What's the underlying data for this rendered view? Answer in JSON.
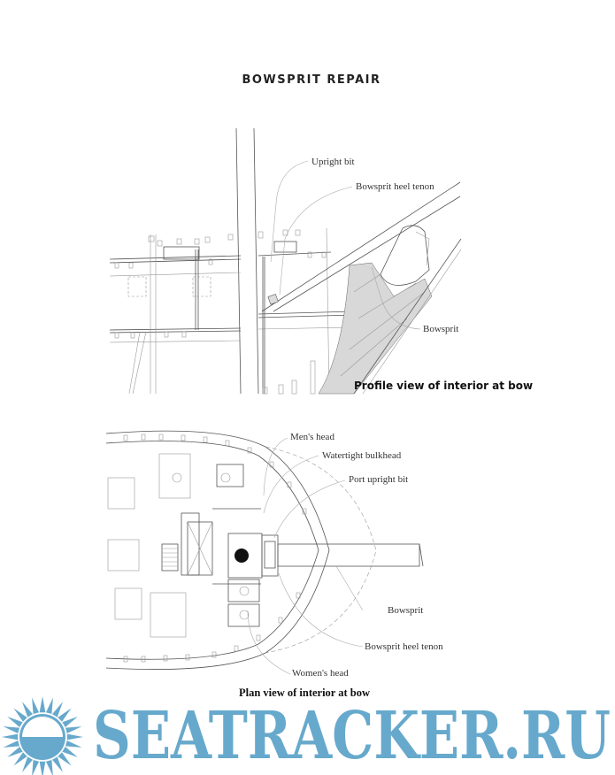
{
  "title": "BOWSPRIT REPAIR",
  "profile": {
    "caption": "Profile view of interior at bow",
    "labels": {
      "upright_bit": "Upright bit",
      "heel_tenon": "Bowsprit heel tenon",
      "bowsprit": "Bowsprit"
    }
  },
  "plan": {
    "caption": "Plan view of interior at bow",
    "labels": {
      "mens_head": "Men's head",
      "bulkhead": "Watertight bulkhead",
      "port_upright_bit": "Port upright bit",
      "bowsprit": "Bowsprit",
      "heel_tenon": "Bowsprit heel tenon",
      "womens_head": "Women's head"
    }
  },
  "watermark": {
    "text": "SEATRACKER.RU",
    "color": "#67a9cc"
  }
}
